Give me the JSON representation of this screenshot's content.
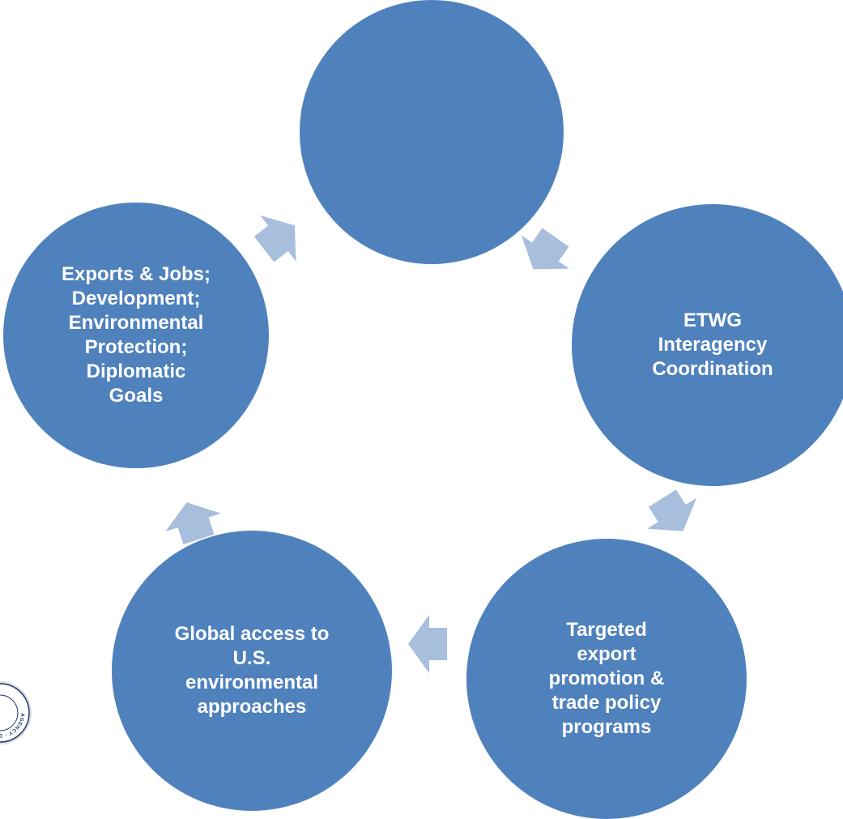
{
  "diagram": {
    "colors": {
      "circle_fill": "#4f81bd",
      "arrow_fill": "#a7bedd",
      "label_text": "#ffffff"
    },
    "nodes": [
      {
        "id": "top",
        "label": ""
      },
      {
        "id": "right",
        "label": "ETWG\nInteragency\nCoordination"
      },
      {
        "id": "bottom-right",
        "label": "Targeted\nexport\npromotion &\ntrade policy\nprograms"
      },
      {
        "id": "bottom-left",
        "label": "Global access to\nU.S.\nenvironmental\napproaches"
      },
      {
        "id": "left",
        "label": "Exports & Jobs;\nDevelopment;\nEnvironmental\nProtection;\nDiplomatic\nGoals"
      }
    ],
    "connectors": [
      {
        "from": "top",
        "to": "right"
      },
      {
        "from": "right",
        "to": "bottom-right"
      },
      {
        "from": "bottom-right",
        "to": "bottom-left"
      },
      {
        "from": "bottom-left",
        "to": "left"
      },
      {
        "from": "left",
        "to": "top"
      }
    ]
  },
  "seal": {
    "icon": "agency-seal-icon",
    "text": "AGENCY · DEVELOPMENT"
  }
}
